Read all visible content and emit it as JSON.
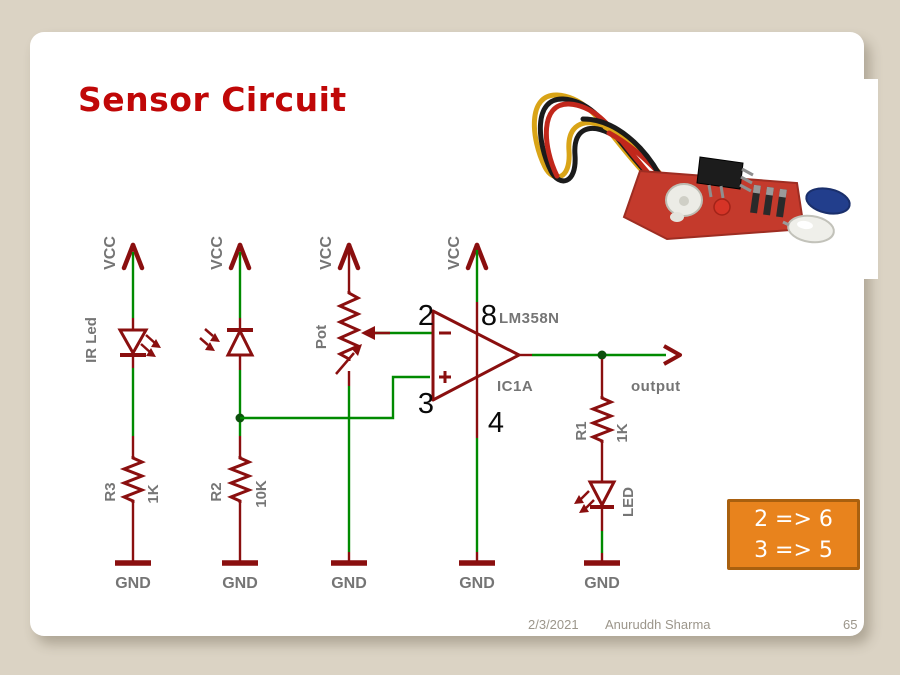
{
  "slide": {
    "title": "Sensor Circuit",
    "footer": {
      "date": "2/3/2021",
      "author": "Anuruddh Sharma",
      "slide_number": "65"
    }
  },
  "schematic": {
    "rails": [
      "VCC",
      "VCC",
      "VCC",
      "VCC"
    ],
    "grounds": [
      "GND",
      "GND",
      "GND",
      "GND",
      "GND"
    ],
    "ir_led_label": "IR Led",
    "pot_label": "Pot",
    "r3_ref": "R3",
    "r3_value": "1K",
    "r2_ref": "R2",
    "r2_value": "10K",
    "r1_ref": "R1",
    "r1_value": "1K",
    "led_label": "LED",
    "opamp_part": "LM358N",
    "opamp_ref": "IC1A",
    "output_label": "output",
    "pin_annotations": {
      "inverting_input": "2",
      "noninverting_input": "3",
      "v_minus": "4",
      "v_plus": "8"
    }
  },
  "callout": {
    "lines": [
      "2 => 6",
      "3 => 5"
    ],
    "bg_color": "#E8831D",
    "border_color": "#A9600F"
  },
  "colors": {
    "background": "#DBD3C4",
    "title": "#C00707",
    "wire_green": "#008A00",
    "component_red": "#8A0F0F",
    "label_gray": "#757575"
  }
}
